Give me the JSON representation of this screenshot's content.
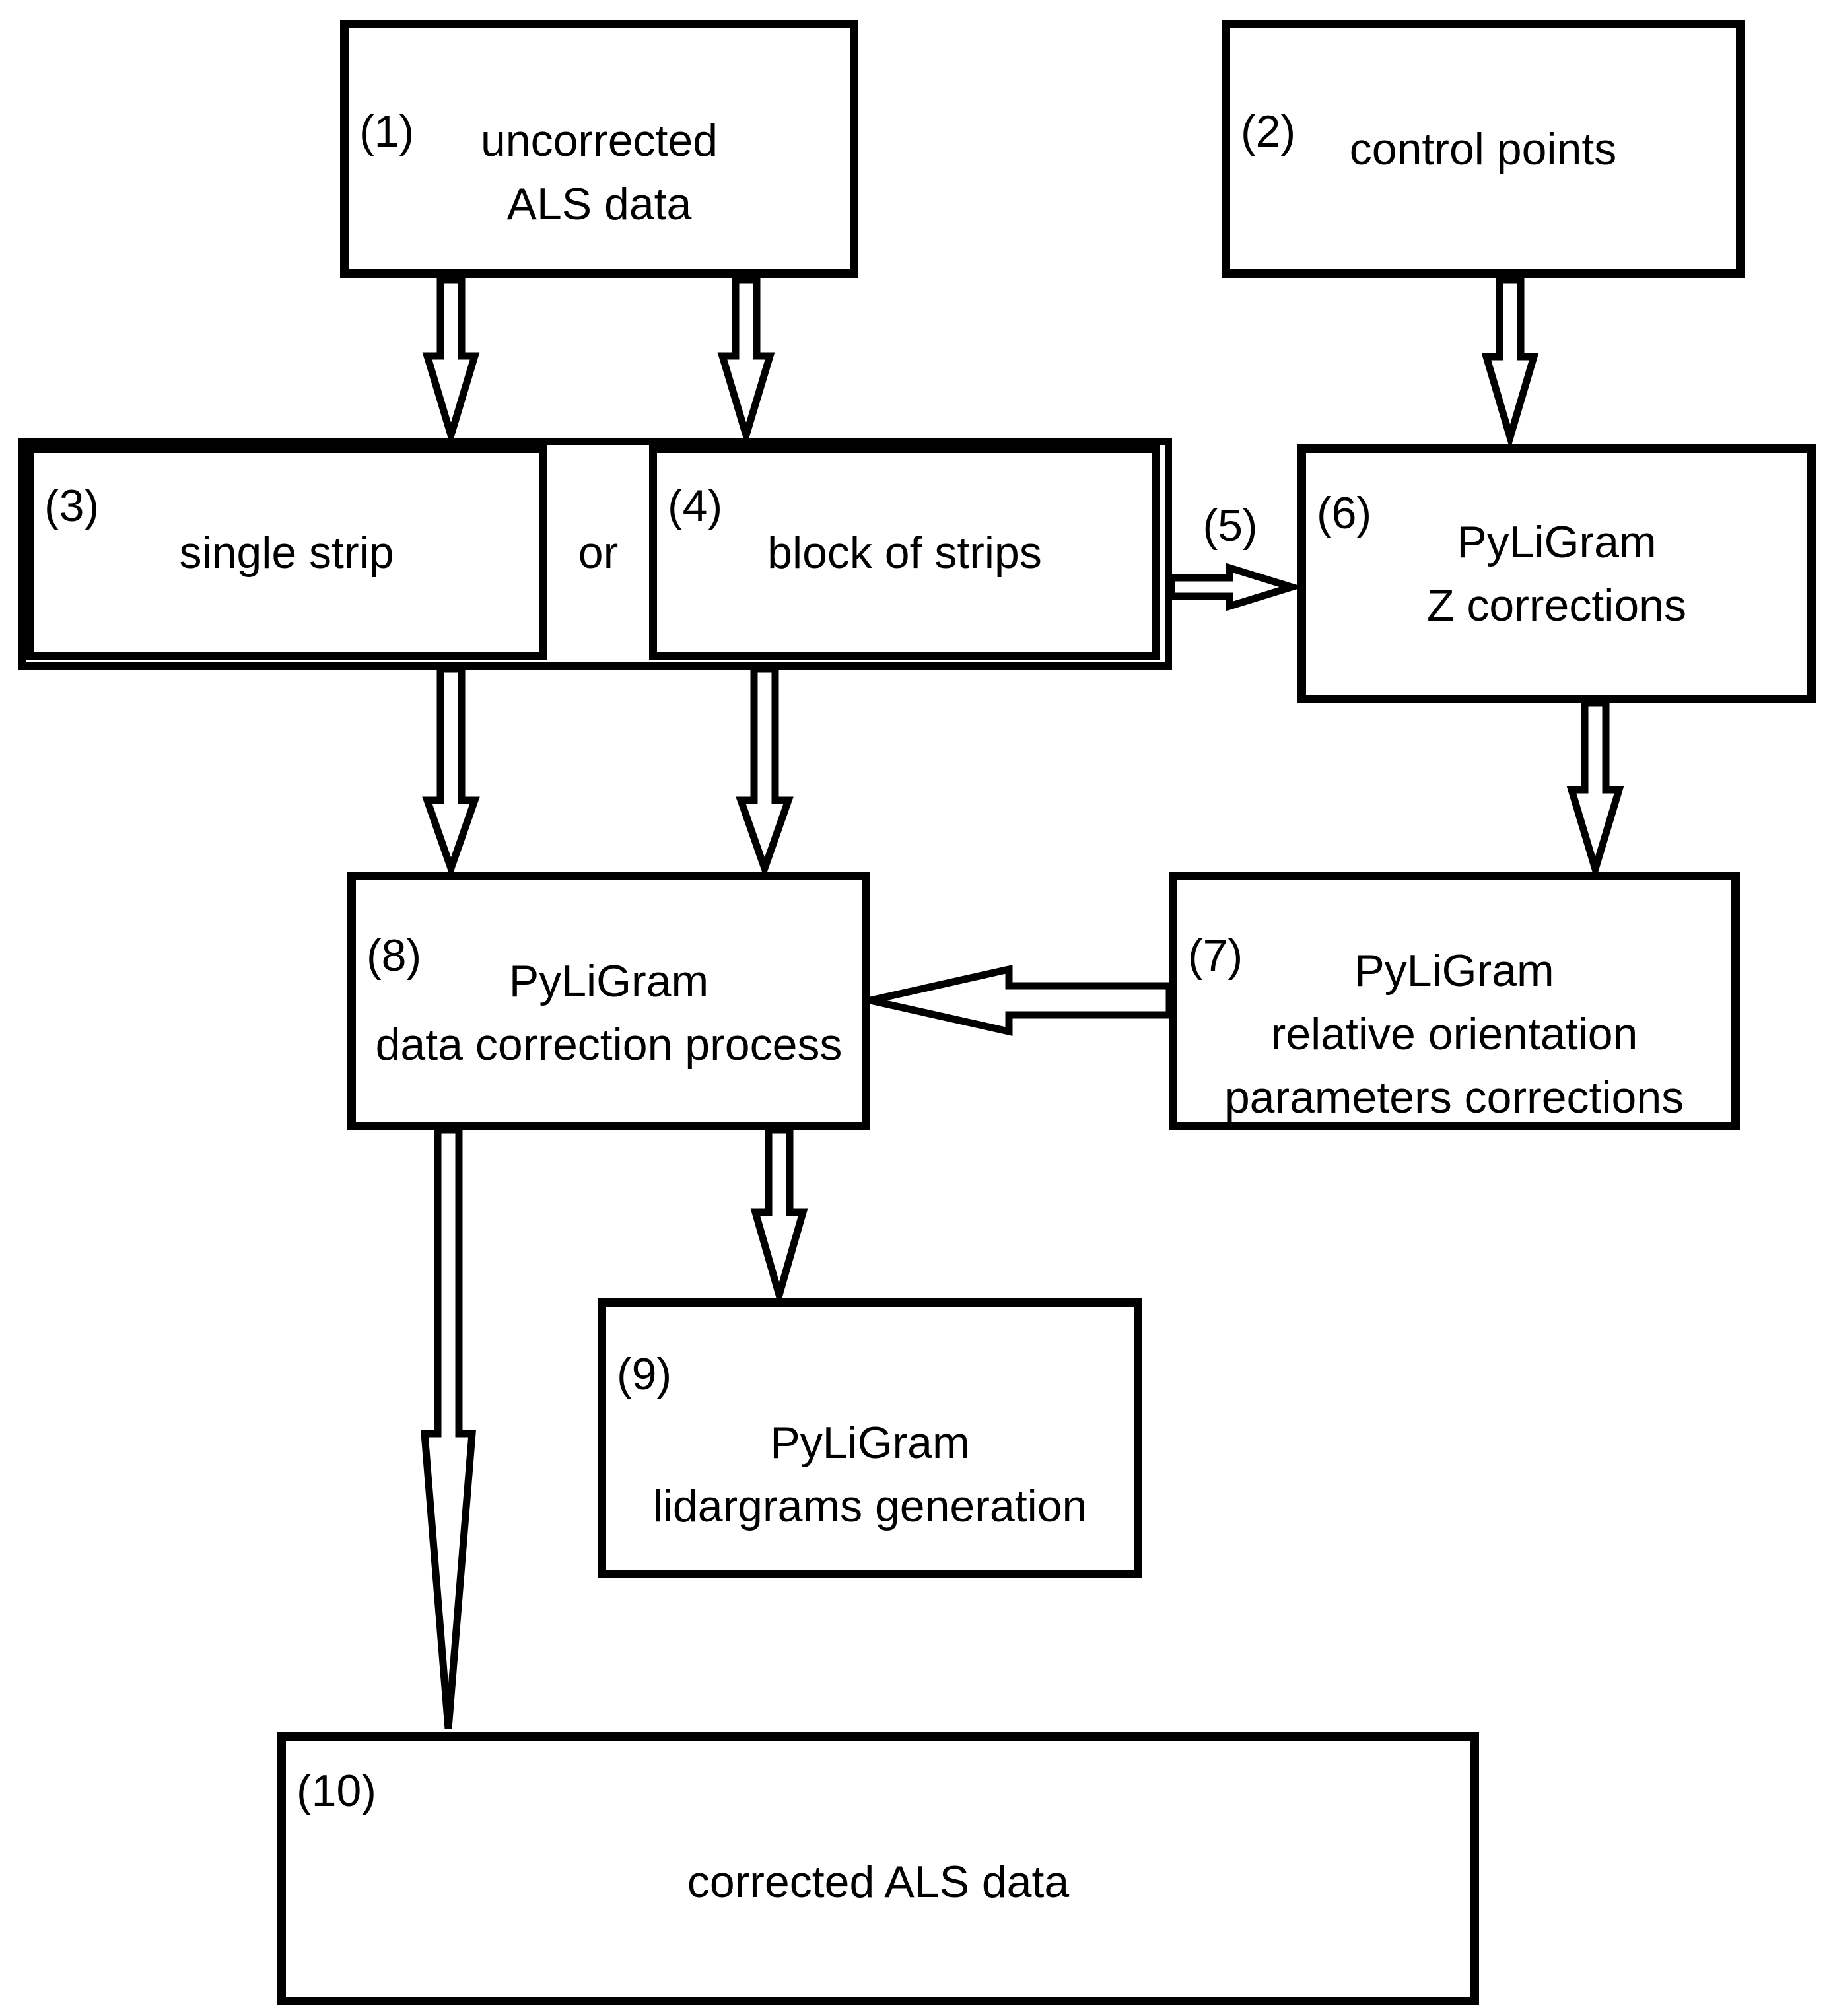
{
  "page": {
    "title": "PyLiGram ALS data correction workflow",
    "background_color": "#ffffff",
    "ink_color": "#000000"
  },
  "figure": {
    "type": "flowchart",
    "boxes": {
      "b1": {
        "number": "(1)",
        "lines": [
          "uncorrected",
          "ALS data"
        ]
      },
      "b2": {
        "number": "(2)",
        "lines": [
          "control points"
        ]
      },
      "b3": {
        "number": "(3)",
        "lines": [
          "single strip"
        ]
      },
      "b4": {
        "number": "(4)",
        "lines": [
          "block of strips"
        ]
      },
      "b6": {
        "number": "(6)",
        "lines": [
          "PyLiGram",
          "Z corrections"
        ]
      },
      "b7": {
        "number": "(7)",
        "lines": [
          "PyLiGram",
          "relative orientation",
          "parameters corrections"
        ]
      },
      "b8": {
        "number": "(8)",
        "lines": [
          "PyLiGram",
          "data correction process"
        ]
      },
      "b9": {
        "number": "(9)",
        "lines": [
          "PyLiGram",
          "lidargrams generation"
        ]
      },
      "b10": {
        "number": "(10)",
        "lines": [
          "corrected ALS data"
        ]
      }
    },
    "labels": {
      "or": "or",
      "arrow5": "(5)"
    },
    "connectors": [
      {
        "from": "b1",
        "to": "b3",
        "label": ""
      },
      {
        "from": "b1",
        "to": "b4",
        "label": ""
      },
      {
        "from": "b2",
        "to": "b6",
        "label": ""
      },
      {
        "from": "b3-b4-group",
        "to": "b6",
        "label": "(5)"
      },
      {
        "from": "b3",
        "to": "b8",
        "label": ""
      },
      {
        "from": "b4",
        "to": "b8",
        "label": ""
      },
      {
        "from": "b6",
        "to": "b7",
        "label": ""
      },
      {
        "from": "b7",
        "to": "b8",
        "label": ""
      },
      {
        "from": "b8",
        "to": "b9",
        "label": ""
      },
      {
        "from": "b8",
        "to": "b10",
        "label": ""
      }
    ]
  }
}
